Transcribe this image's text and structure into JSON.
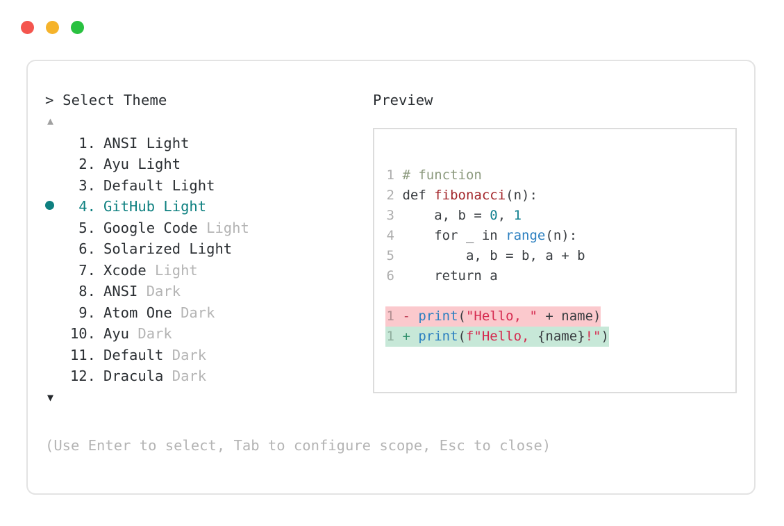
{
  "window": {
    "dots": [
      {
        "name": "close-dot",
        "color": "#f4554e"
      },
      {
        "name": "minimize-dot",
        "color": "#f5b32b"
      },
      {
        "name": "maximize-dot",
        "color": "#29c140"
      }
    ]
  },
  "accent_color": "#0e8080",
  "left_panel": {
    "header": "> Select Theme",
    "scroll_up_indicator": "▲",
    "scroll_down_indicator": "▼",
    "items": [
      {
        "index": " 1.",
        "name": "ANSI",
        "variant": " Light",
        "variant_style": "strong",
        "selected": false,
        "bullet": ""
      },
      {
        "index": " 2.",
        "name": "Ayu",
        "variant": " Light",
        "variant_style": "strong",
        "selected": false,
        "bullet": ""
      },
      {
        "index": " 3.",
        "name": "Default",
        "variant": " Light",
        "variant_style": "strong",
        "selected": false,
        "bullet": ""
      },
      {
        "index": " 4.",
        "name": "GitHub",
        "variant": " Light",
        "variant_style": "strong",
        "selected": true,
        "bullet": "dot"
      },
      {
        "index": " 5.",
        "name": "Google Code",
        "variant": " Light",
        "variant_style": "muted",
        "selected": false,
        "bullet": ""
      },
      {
        "index": " 6.",
        "name": "Solarized",
        "variant": " Light",
        "variant_style": "strong",
        "selected": false,
        "bullet": ""
      },
      {
        "index": " 7.",
        "name": "Xcode",
        "variant": " Light",
        "variant_style": "muted",
        "selected": false,
        "bullet": ""
      },
      {
        "index": " 8.",
        "name": "ANSI",
        "variant": " Dark",
        "variant_style": "muted",
        "selected": false,
        "bullet": ""
      },
      {
        "index": " 9.",
        "name": "Atom One",
        "variant": " Dark",
        "variant_style": "muted",
        "selected": false,
        "bullet": ""
      },
      {
        "index": "10.",
        "name": "Ayu",
        "variant": " Dark",
        "variant_style": "muted",
        "selected": false,
        "bullet": ""
      },
      {
        "index": "11.",
        "name": "Default",
        "variant": " Dark",
        "variant_style": "muted",
        "selected": false,
        "bullet": ""
      },
      {
        "index": "12.",
        "name": "Dracula",
        "variant": " Dark",
        "variant_style": "muted",
        "selected": false,
        "bullet": ""
      }
    ],
    "hint": "(Use Enter to select, Tab to configure scope, Esc to close)"
  },
  "right_panel": {
    "label": "Preview",
    "code": {
      "lines": [
        {
          "num": "1",
          "tokens": [
            {
              "t": "# function",
              "c": "tok-comment"
            }
          ]
        },
        {
          "num": "2",
          "tokens": [
            {
              "t": "def ",
              "c": "tok-plain"
            },
            {
              "t": "fibonacci",
              "c": "tok-func"
            },
            {
              "t": "(n):",
              "c": "tok-plain"
            }
          ]
        },
        {
          "num": "3",
          "tokens": [
            {
              "t": "    a, b = ",
              "c": "tok-plain"
            },
            {
              "t": "0",
              "c": "tok-num"
            },
            {
              "t": ", ",
              "c": "tok-plain"
            },
            {
              "t": "1",
              "c": "tok-num"
            }
          ]
        },
        {
          "num": "4",
          "tokens": [
            {
              "t": "    for _ in ",
              "c": "tok-plain"
            },
            {
              "t": "range",
              "c": "tok-builtin"
            },
            {
              "t": "(n):",
              "c": "tok-plain"
            }
          ]
        },
        {
          "num": "5",
          "tokens": [
            {
              "t": "        a, b = b, a + b",
              "c": "tok-plain"
            }
          ]
        },
        {
          "num": "6",
          "tokens": [
            {
              "t": "    return a",
              "c": "tok-plain"
            }
          ]
        }
      ],
      "diff": [
        {
          "kind": "deletion",
          "num": "1",
          "marker": " - ",
          "tokens": [
            {
              "t": "print",
              "c": "tok-builtin"
            },
            {
              "t": "(",
              "c": "tok-plain"
            },
            {
              "t": "\"Hello, \"",
              "c": "tok-str"
            },
            {
              "t": " + name)",
              "c": "tok-plain"
            }
          ]
        },
        {
          "kind": "addition",
          "num": "1",
          "marker": " + ",
          "tokens": [
            {
              "t": "print",
              "c": "tok-builtin"
            },
            {
              "t": "(",
              "c": "tok-plain"
            },
            {
              "t": "f\"Hello, ",
              "c": "tok-str"
            },
            {
              "t": "{name}",
              "c": "tok-plain"
            },
            {
              "t": "!\"",
              "c": "tok-str"
            },
            {
              "t": ")",
              "c": "tok-plain"
            }
          ]
        }
      ]
    }
  }
}
